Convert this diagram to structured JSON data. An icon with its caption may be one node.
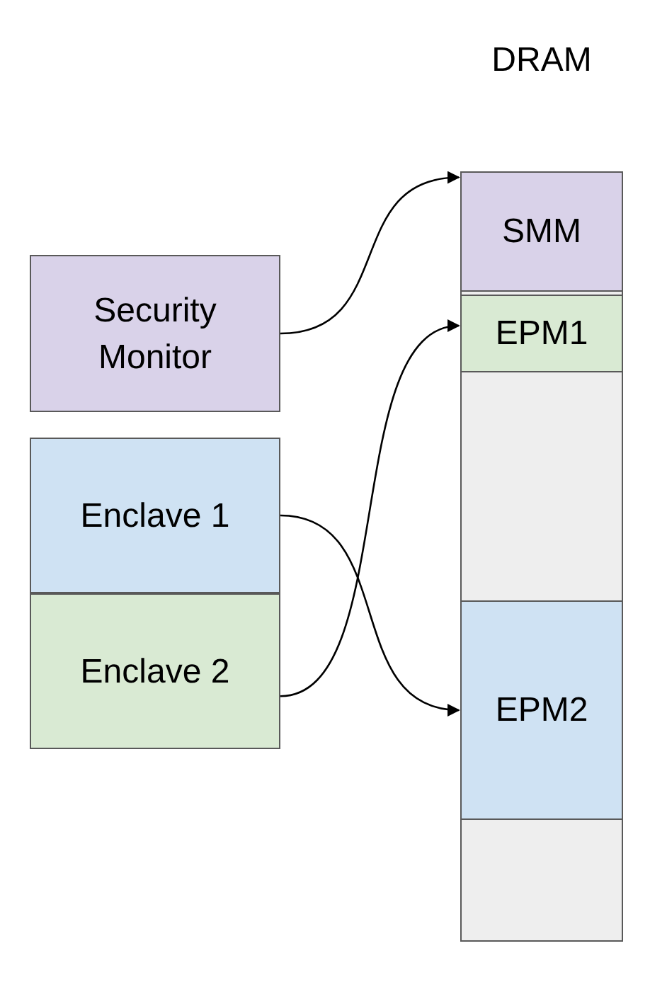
{
  "diagram": {
    "nodes": [
      {
        "text": [
          "DRAM"
        ]
      },
      {
        "text": [
          "SMM"
        ],
        "in": 0
      },
      {
        "text": [
          "EPM1"
        ],
        "in": 0
      },
      {
        "text": [
          "EPM2"
        ],
        "in": 0
      },
      {
        "text": [
          "Security Monitor"
        ]
      },
      {
        "text": [
          "Enclave 1"
        ]
      },
      {
        "text": [
          "Enclave 2"
        ]
      }
    ],
    "edges": [
      {
        "from": 4,
        "to": 1,
        "arrow": "to"
      },
      {
        "from": 5,
        "to": 3,
        "arrow": "to"
      },
      {
        "from": 6,
        "to": 2,
        "arrow": "to"
      }
    ]
  }
}
